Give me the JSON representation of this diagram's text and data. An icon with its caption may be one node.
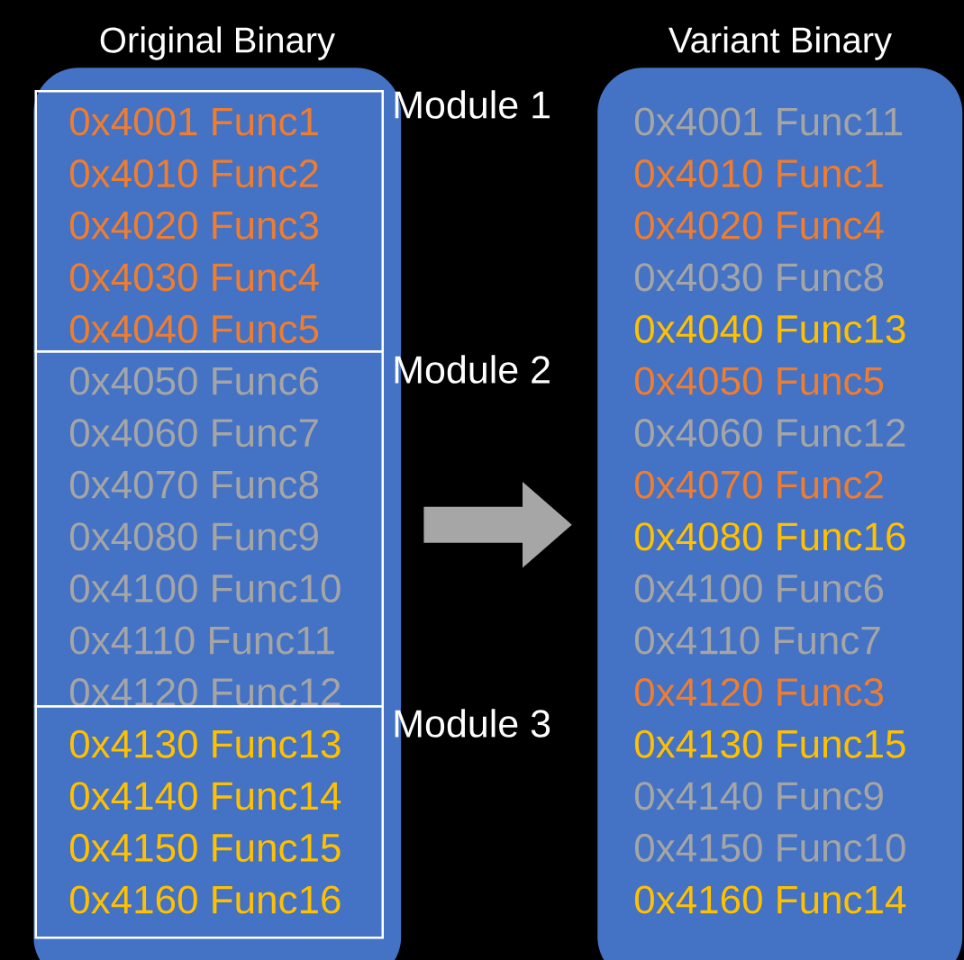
{
  "diagram": {
    "nodes": [
      {
        "text": [
          "Original Binary"
        ]
      },
      {
        "text": [
          "0x4001 Func1",
          "0x4010 Func2",
          "0x4020 Func3",
          "0x4030 Func4",
          "0x4040 Func5"
        ],
        "in": 0
      },
      {
        "text": [
          "0x4050 Func6",
          "0x4060 Func7",
          "0x4070 Func8",
          "0x4080 Func9",
          "0x4100 Func10",
          "0x4110 Func11",
          "0x4120 Func12"
        ],
        "in": 0
      },
      {
        "text": [
          "0x4130 Func13",
          "0x4140 Func14",
          "0x4150 Func15",
          "0x4160 Func16"
        ],
        "in": 0
      },
      {
        "text": [
          "Variant Binary",
          "0x4001 Func11",
          "0x4010 Func1",
          "0x4020 Func4",
          "0x4030 Func8",
          "0x4040 Func13",
          "0x4050 Func5",
          "0x4060 Func12",
          "0x4070 Func2",
          "0x4080 Func16",
          "0x4100 Func6",
          "0x4110 Func7",
          "0x4120 Func3",
          "0x4130 Func15",
          "0x4140 Func9",
          "0x4150 Func10",
          "0x4160 Func14"
        ]
      }
    ],
    "edges": [
      {
        "from": 0,
        "to": 4,
        "arrow": "to"
      }
    ],
    "labels": [
      "Module 1",
      "Module 2",
      "Module 3"
    ]
  }
}
